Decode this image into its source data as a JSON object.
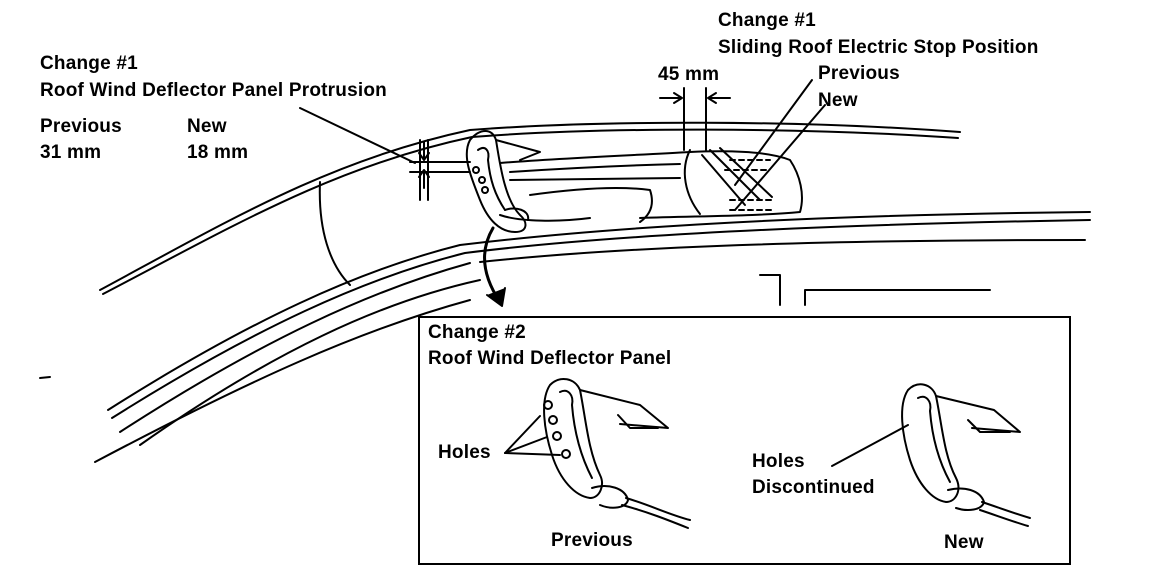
{
  "change1_protrusion": {
    "title": "Change #1",
    "subtitle": "Roof Wind Deflector Panel Protrusion",
    "previous_label": "Previous",
    "previous_value": "31 mm",
    "new_label": "New",
    "new_value": "18 mm"
  },
  "change1_stop": {
    "title": "Change #1",
    "subtitle": "Sliding Roof Electric Stop Position",
    "dimension": "45 mm",
    "previous_label": "Previous",
    "new_label": "New"
  },
  "change2": {
    "title": "Change #2",
    "subtitle": "Roof Wind Deflector Panel",
    "holes_label": "Holes",
    "holes_discontinued_line1": "Holes",
    "holes_discontinued_line2": "Discontinued",
    "previous_caption": "Previous",
    "new_caption": "New"
  }
}
